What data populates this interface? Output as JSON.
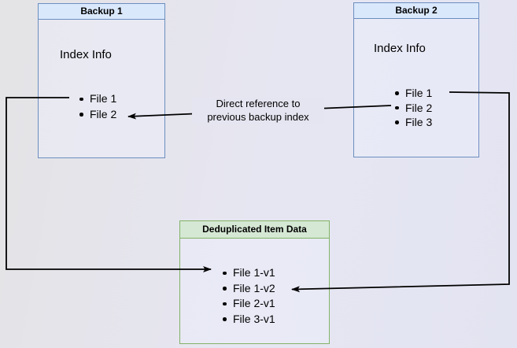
{
  "backup1": {
    "title": "Backup 1",
    "index_label": "Index Info",
    "files": [
      "File 1",
      "File 2"
    ]
  },
  "backup2": {
    "title": "Backup 2",
    "index_label": "Index Info",
    "files": [
      "File 1",
      "File 2",
      "File 3"
    ]
  },
  "dedup": {
    "title": "Deduplicated Item Data",
    "items": [
      "File 1-v1",
      "File 1-v2",
      "File 2-v1",
      "File 3-v1"
    ]
  },
  "annotation": {
    "line1": "Direct reference to",
    "line2": "previous backup index"
  },
  "colors": {
    "blue_fill": "#dae8fc",
    "blue_stroke": "#6c8ebf",
    "green_fill": "#d5e8d4",
    "green_stroke": "#82b366",
    "arrow": "#000000",
    "background": "#e5e5f0"
  }
}
